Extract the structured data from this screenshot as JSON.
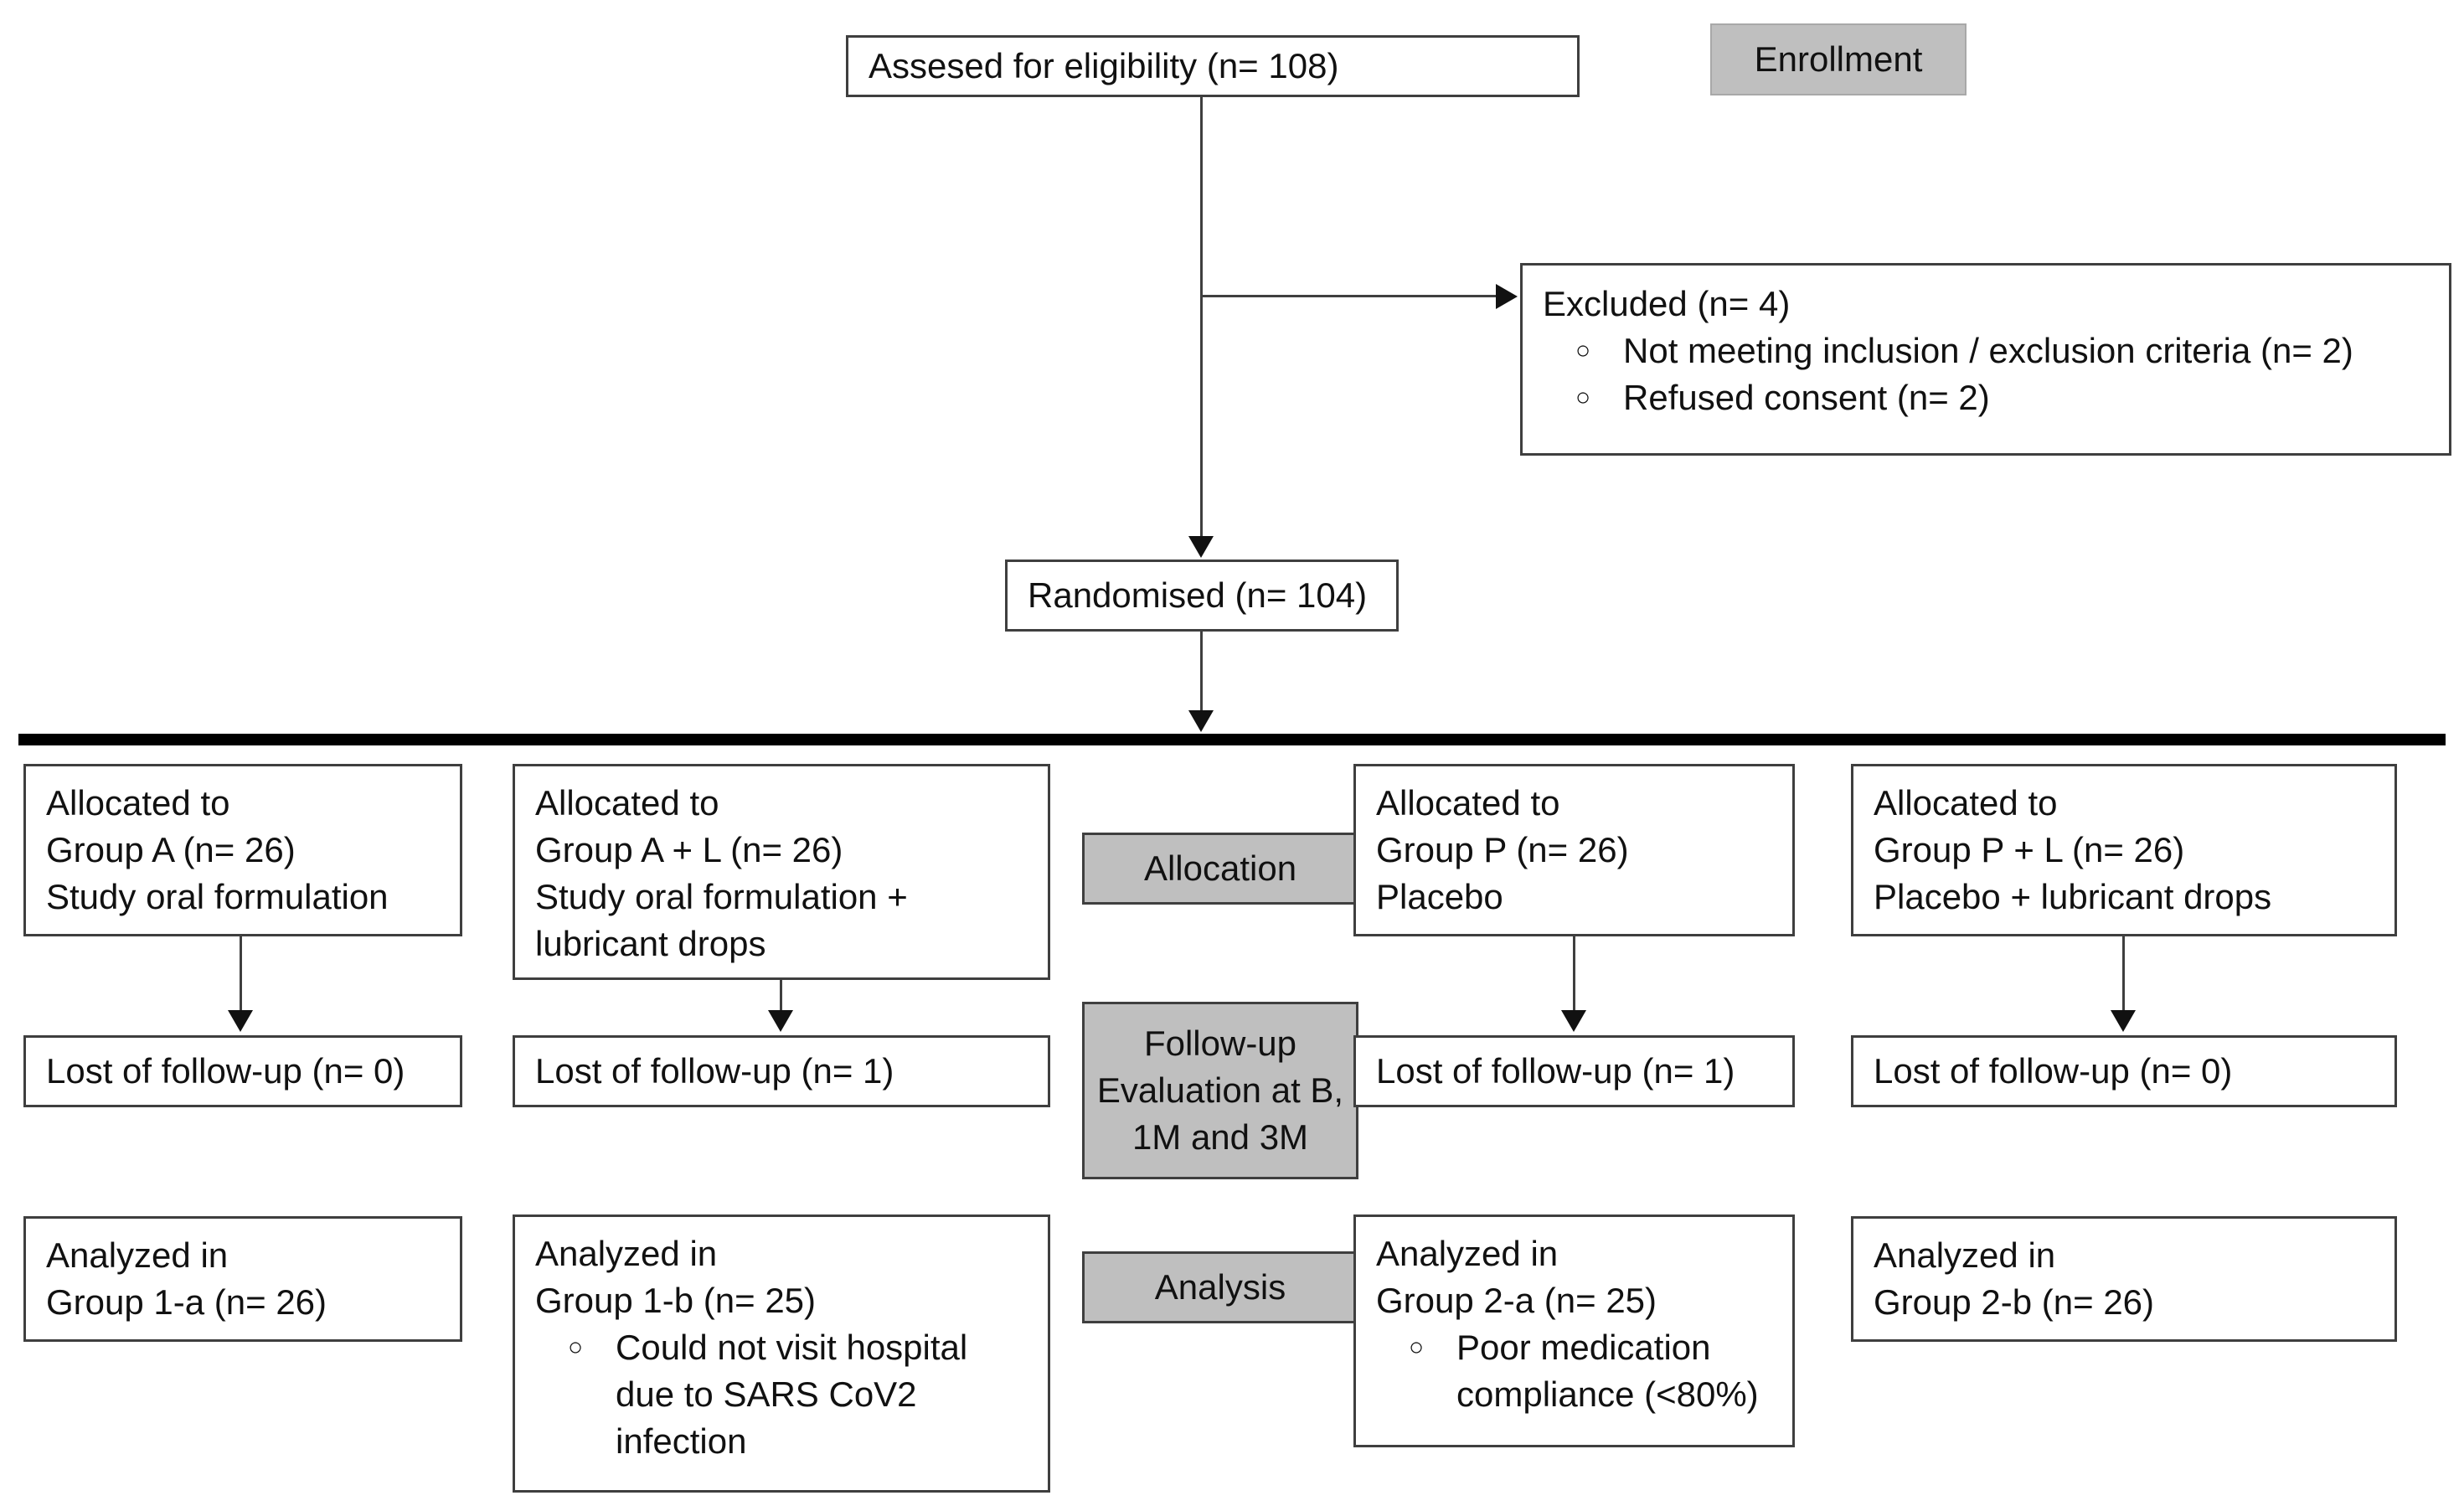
{
  "bullet_char": "○",
  "colors": {
    "background": "#ffffff",
    "stage_label_bg": "#bfbfbf",
    "box_border": "#3f3f3f",
    "connector": "#3f3f3f",
    "divider": "#000000",
    "text": "#111111"
  },
  "enrollment": {
    "stage_label": "Enrollment",
    "assessed_box": "Assesed for eligibility (n= 108)",
    "excluded_box": {
      "title": "Excluded (n= 4)",
      "bullets": [
        "Not meeting inclusion / exclusion criteria (n= 2)",
        "Refused consent (n= 2)"
      ]
    },
    "randomised_box": "Randomised (n= 104)"
  },
  "allocation": {
    "stage_label": "Allocation",
    "groups": [
      {
        "lines": [
          "Allocated to",
          "Group A (n= 26)",
          "Study oral formulation"
        ]
      },
      {
        "lines": [
          "Allocated to",
          "Group A + L (n= 26)",
          "Study oral formulation + lubricant drops"
        ]
      },
      {
        "lines": [
          "Allocated to",
          "Group P (n= 26)",
          "Placebo"
        ]
      },
      {
        "lines": [
          "Allocated to",
          "Group P + L (n= 26)",
          "Placebo + lubricant drops"
        ]
      }
    ]
  },
  "followup": {
    "stage_label": "Follow-up Evaluation at B, 1M and 3M",
    "boxes": [
      "Lost of follow-up (n= 0)",
      "Lost of follow-up (n= 1)",
      "Lost of follow-up (n= 1)",
      "Lost of follow-up (n= 0)"
    ]
  },
  "analysis": {
    "stage_label": "Analysis",
    "groups": [
      {
        "line1": "Analyzed in",
        "line2": "Group 1-a (n= 26)",
        "bullets": []
      },
      {
        "line1": "Analyzed in",
        "line2": "Group 1-b (n= 25)",
        "bullets": [
          "Could not visit hospital due to SARS CoV2 infection"
        ]
      },
      {
        "line1": "Analyzed in",
        "line2": "Group 2-a (n= 25)",
        "bullets": [
          "Poor medication compliance (<80%)"
        ]
      },
      {
        "line1": "Analyzed in",
        "line2": "Group 2-b (n= 26)",
        "bullets": []
      }
    ]
  }
}
